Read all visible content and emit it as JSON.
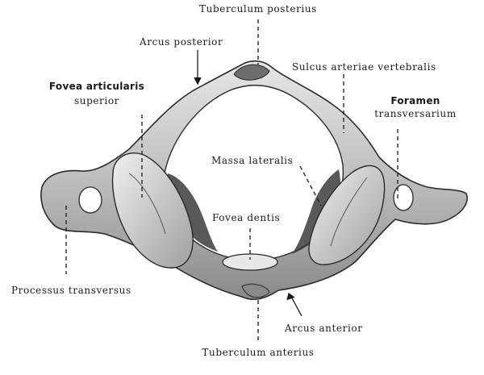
{
  "labels": {
    "tuberculum_posterius": "Tuberculum posterius",
    "arcus_posterior": "Arcus posterior",
    "sulcus_arteriae_vertebralis": "Sulcus arteriae vertebralis",
    "fovea_articularis_superior_1": "Fovea articularis",
    "fovea_articularis_superior_2": "superior",
    "foramen_transversarium_1": "Foramen",
    "foramen_transversarium_2": "transversarium",
    "massa_lateralis": "Massa lateralis",
    "fovea_dentis": "Fovea dentis",
    "processus_transversus": "Processus transversus",
    "arcus_anterior": "Arcus anterior",
    "tuberculum_anterius": "Tuberculum anterius"
  },
  "colors": {
    "background": "#ffffff",
    "bone_light": "#d9d9d9",
    "bone_mid": "#a8a8a8",
    "bone_dark": "#3a3a3a",
    "ink": "#1a1a1a"
  }
}
